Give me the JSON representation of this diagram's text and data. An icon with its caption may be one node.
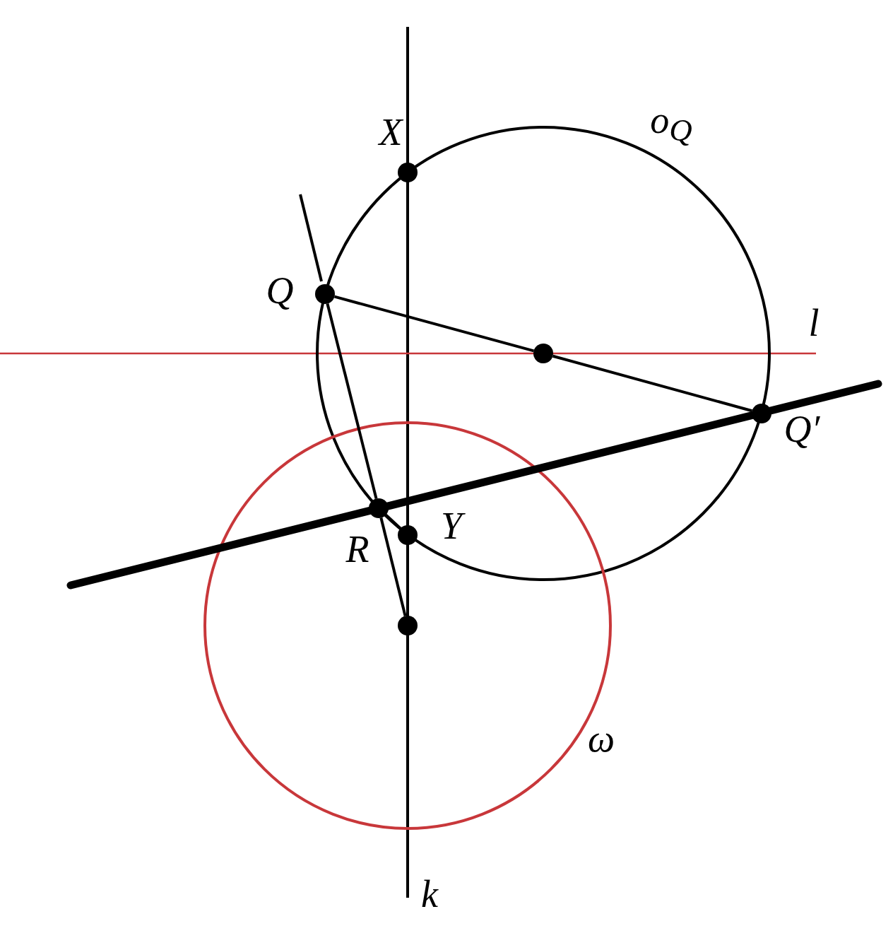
{
  "diagram": {
    "nodes": [
      {
        "text": [],
        "shape": "circle",
        "beside": [
          "X"
        ]
      },
      {
        "text": [],
        "shape": "circle",
        "beside": [
          "Q"
        ]
      },
      {
        "text": [],
        "shape": "circle"
      },
      {
        "text": [],
        "shape": "circle",
        "beside": [
          "Q′"
        ]
      },
      {
        "text": [],
        "shape": "circle",
        "beside": [
          "R"
        ]
      },
      {
        "text": [],
        "shape": "circle",
        "beside": [
          "Y"
        ]
      },
      {
        "text": [],
        "shape": "circle"
      }
    ],
    "edges": [
      {
        "from": 1,
        "to": 2,
        "arrow": "none"
      },
      {
        "from": 2,
        "to": 3,
        "arrow": "none"
      },
      {
        "from": 1,
        "to": 4,
        "arrow": "none"
      },
      {
        "from": 4,
        "to": 6,
        "arrow": "none"
      },
      {
        "from": 4,
        "to": 5,
        "arrow": "none"
      }
    ],
    "labels": [
      "o$_{Q}$",
      "l",
      "ω",
      "k"
    ]
  }
}
